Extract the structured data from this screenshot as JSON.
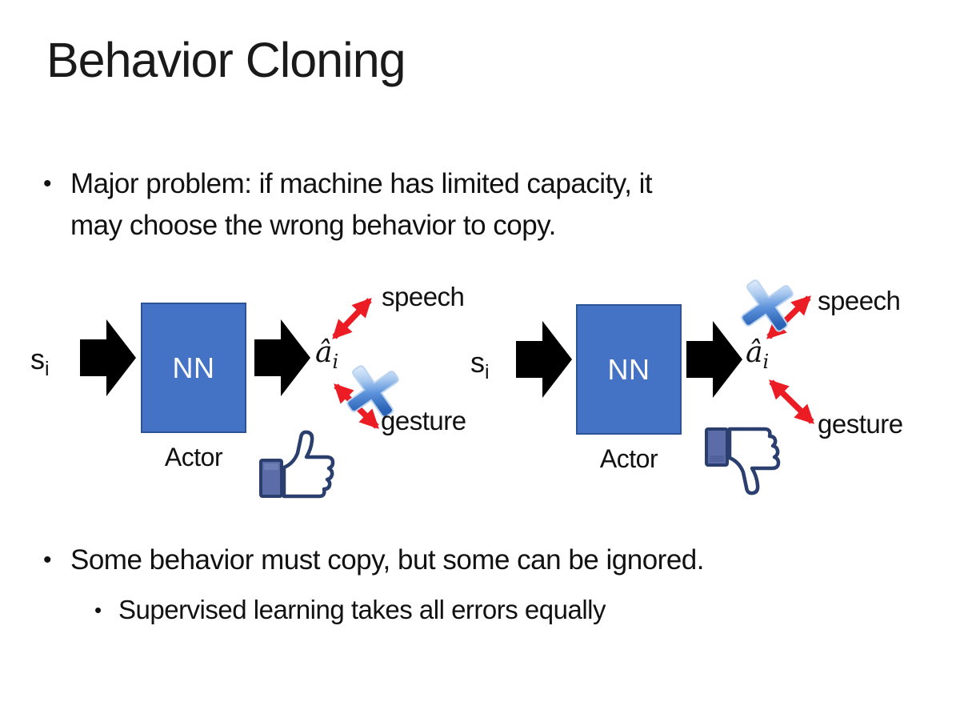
{
  "slide_title": "Behavior Cloning",
  "bullets": {
    "marker": "•",
    "b1_line1": "Major problem: if machine has limited capacity, it",
    "b1_line2": "may choose the wrong behavior to copy.",
    "b2": "Some behavior must copy, but some can be ignored.",
    "b2_sub": "Supervised learning takes all errors equally"
  },
  "diagrams": {
    "left": {
      "input": "s",
      "input_sub": "i",
      "nn": "NN",
      "role": "Actor",
      "output": "â",
      "output_sub": "i",
      "speech": "speech",
      "gesture": "gesture",
      "crossed_action": "gesture",
      "feedback": "thumbs-up"
    },
    "right": {
      "input": "s",
      "input_sub": "i",
      "nn": "NN",
      "role": "Actor",
      "output": "â",
      "output_sub": "i",
      "speech": "speech",
      "gesture": "gesture",
      "crossed_action": "speech",
      "feedback": "thumbs-down"
    }
  },
  "colors": {
    "background": "#FFFFFF",
    "text": "#111111",
    "nn_box_fill": "#4472C4",
    "nn_box_border": "#2E5395",
    "nn_text": "#FFFFFF",
    "block_arrow": "#000000",
    "double_arrow_red": "#EC1C24",
    "cross_blue_dark": "#2A62B5",
    "cross_blue_light": "#E9F2FC",
    "thumb_outline": "#2A3F6E",
    "thumb_sleeve": "#5B6CA8",
    "thumb_fill": "#FFFFFF"
  }
}
